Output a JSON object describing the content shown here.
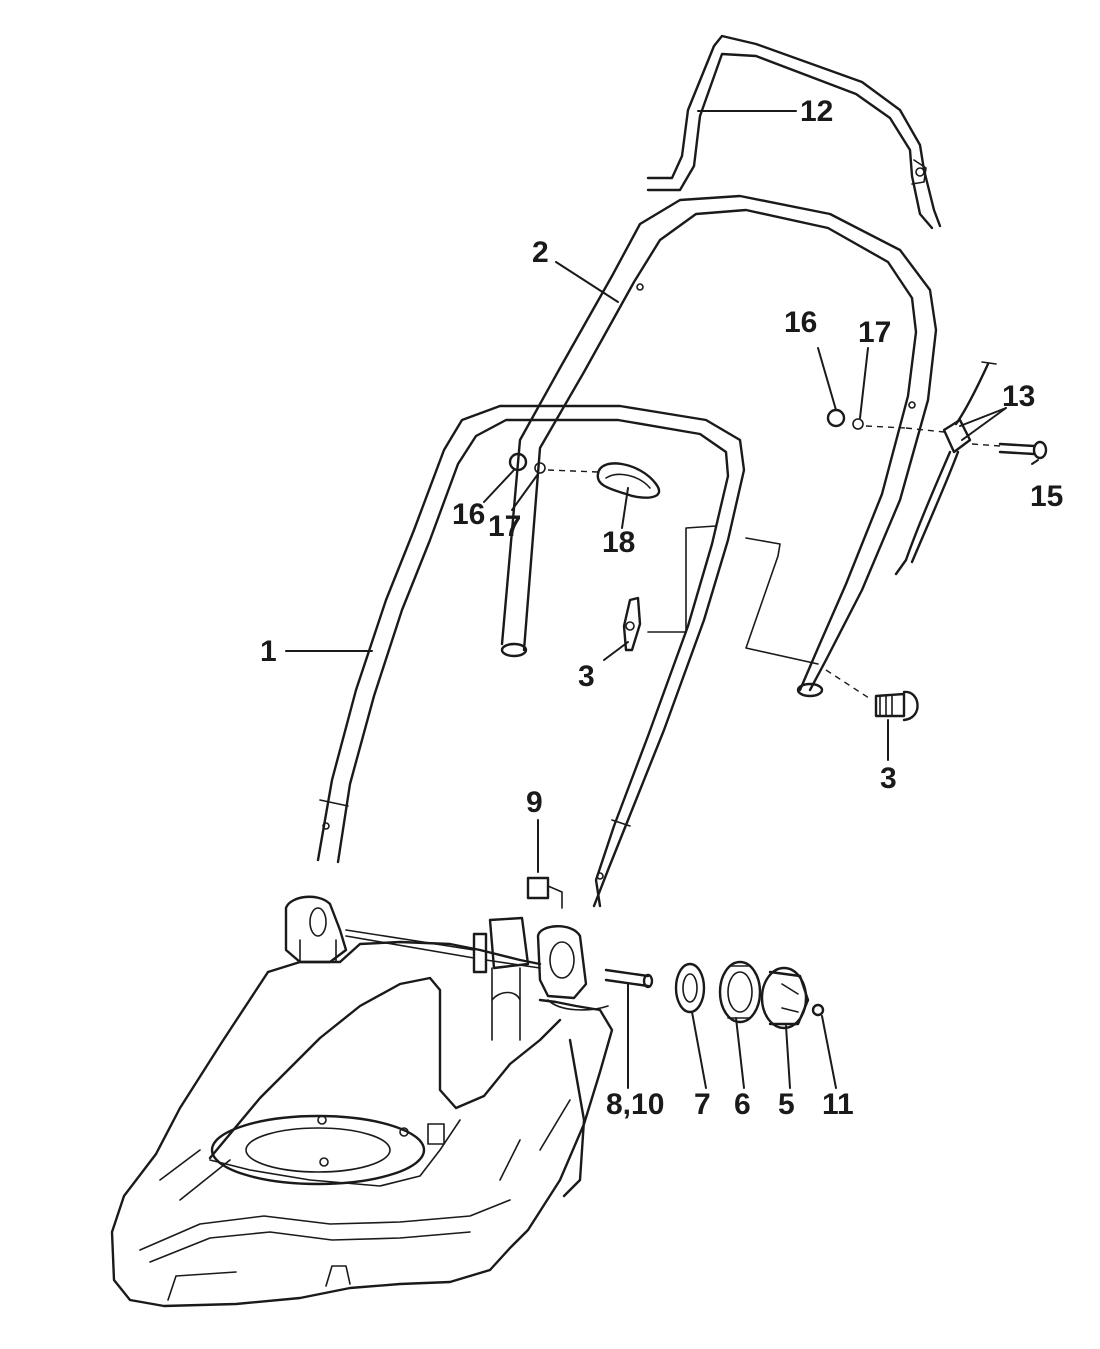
{
  "callouts": [
    {
      "id": "c-12",
      "text": "12"
    },
    {
      "id": "c-2",
      "text": "2"
    },
    {
      "id": "c-16a",
      "text": "16"
    },
    {
      "id": "c-17a",
      "text": "17"
    },
    {
      "id": "c-13",
      "text": "13"
    },
    {
      "id": "c-15",
      "text": "15"
    },
    {
      "id": "c-16b",
      "text": "16"
    },
    {
      "id": "c-17b",
      "text": "17"
    },
    {
      "id": "c-18",
      "text": "18"
    },
    {
      "id": "c-1",
      "text": "1"
    },
    {
      "id": "c-3a",
      "text": "3"
    },
    {
      "id": "c-3b",
      "text": "3"
    },
    {
      "id": "c-9",
      "text": "9"
    },
    {
      "id": "c-810",
      "text": "8,10"
    },
    {
      "id": "c-7",
      "text": "7"
    },
    {
      "id": "c-6",
      "text": "6"
    },
    {
      "id": "c-5",
      "text": "5"
    },
    {
      "id": "c-11",
      "text": "11"
    }
  ]
}
